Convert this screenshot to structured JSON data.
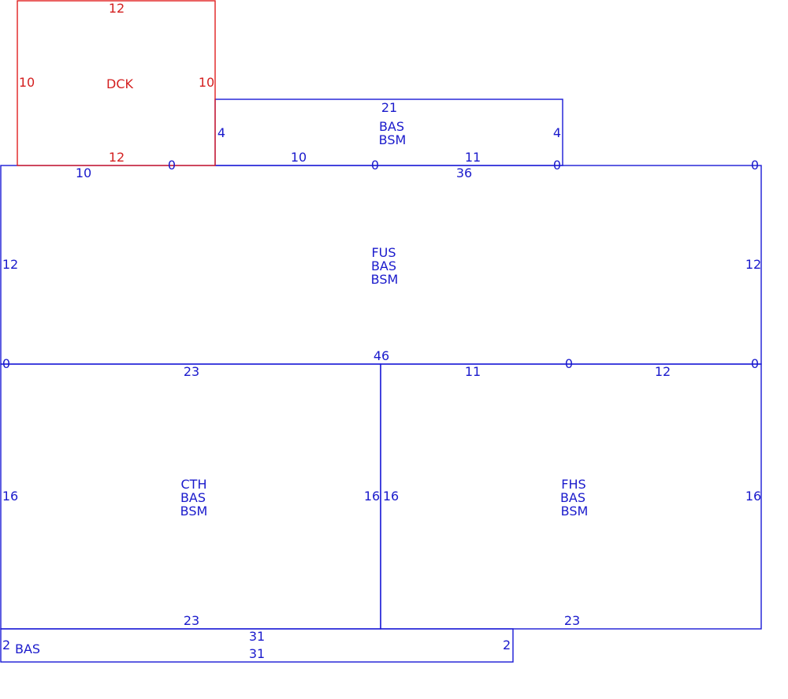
{
  "colors": {
    "outline": "#1a1ad6",
    "deck": "#e02020",
    "text": "#1a1acc",
    "deck_text": "#d42020"
  },
  "areas": {
    "deck": {
      "code": "DCK",
      "top": "12",
      "bottom": "12",
      "left": "10",
      "right": "10"
    },
    "top_addition": {
      "line1": "BAS",
      "line2": "BSM",
      "top": "21",
      "left": "4",
      "right": "4",
      "bottom_left": "10",
      "bottom_right": "11"
    },
    "main": {
      "line1": "FUS",
      "line2": "BAS",
      "line3": "BSM",
      "top": "36",
      "top_left": "10",
      "left": "12",
      "right": "12",
      "bottom": "46",
      "bottom_right_a": "11",
      "bottom_right_b": "12"
    },
    "lower_left": {
      "line1": "CTH",
      "line2": "BAS",
      "line3": "BSM",
      "top": "23",
      "bottom": "23",
      "left": "16",
      "right": "16"
    },
    "lower_right": {
      "line1": "FHS",
      "line2": "BAS",
      "line3": "BSM",
      "left": "16",
      "right": "16",
      "bottom": "23"
    },
    "strip": {
      "code": "BAS",
      "top": "31",
      "bottom": "31",
      "left": "2",
      "right": "2"
    }
  },
  "vertex_markers": {
    "zero": "0"
  }
}
